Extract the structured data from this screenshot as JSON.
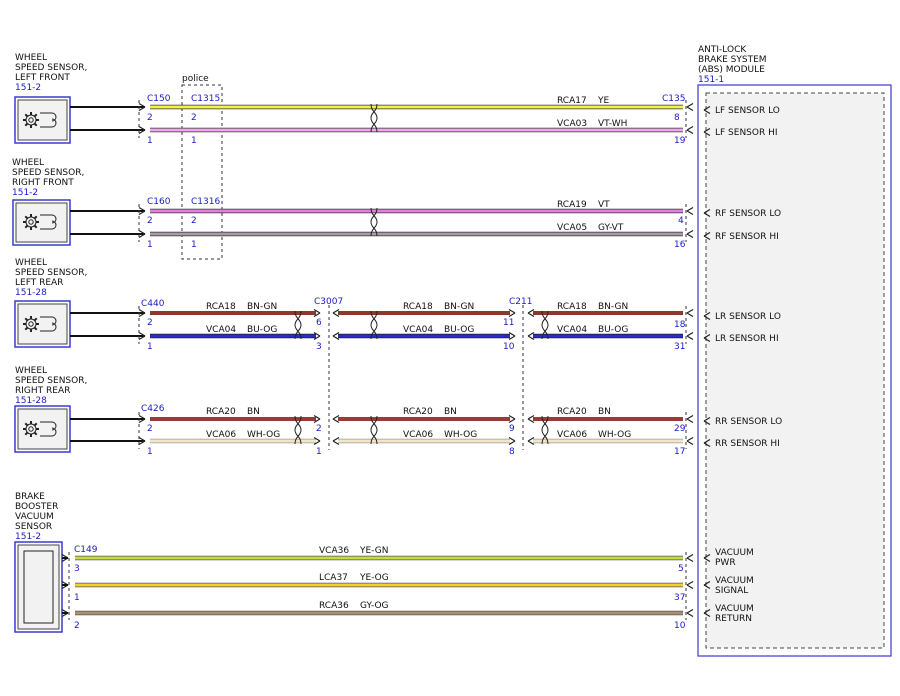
{
  "components": {
    "lf": {
      "name": [
        "WHEEL",
        "SPEED SENSOR,",
        "LEFT FRONT"
      ],
      "ref": "151-2"
    },
    "rf": {
      "name": [
        "WHEEL",
        "SPEED SENSOR,",
        "RIGHT FRONT"
      ],
      "ref": "151-2"
    },
    "lr": {
      "name": [
        "WHEEL",
        "SPEED SENSOR,",
        "LEFT REAR"
      ],
      "ref": "151-28"
    },
    "rr": {
      "name": [
        "WHEEL",
        "SPEED SENSOR,",
        "RIGHT REAR"
      ],
      "ref": "151-28"
    },
    "booster": {
      "name": [
        "BRAKE",
        "BOOSTER",
        "VACUUM",
        "SENSOR"
      ],
      "ref": "151-2"
    },
    "abs": {
      "name": [
        "ANTI-LOCK",
        "BRAKE SYSTEM",
        "(ABS) MODULE"
      ],
      "ref": "151-1"
    }
  },
  "police_label": "police",
  "connectors": {
    "c150": "C150",
    "c1315": "C1315",
    "c135": "C135",
    "c160": "C160",
    "c1316": "C1316",
    "c440": "C440",
    "c3007": "C3007",
    "c211": "C211",
    "c426": "C426",
    "c149": "C149"
  },
  "pins": {
    "lf_hi_s": "2",
    "lf_lo_s": "1",
    "lf_hi_p": "2",
    "lf_lo_p": "1",
    "lf_hi_m": "8",
    "lf_lo_m": "19",
    "rf_hi_s": "2",
    "rf_lo_s": "1",
    "rf_hi_p": "2",
    "rf_lo_p": "1",
    "rf_hi_m": "4",
    "rf_lo_m": "16",
    "lr_a_s": "2",
    "lr_b_s": "1",
    "lr_a_c3007": "6",
    "lr_b_c3007": "3",
    "lr_a_c211": "11",
    "lr_b_c211": "10",
    "lr_a_m": "18",
    "lr_b_m": "31",
    "rr_a_s": "2",
    "rr_b_s": "1",
    "rr_a_c3007": "2",
    "rr_b_c3007": "1",
    "rr_a_c211": "9",
    "rr_b_c211": "8",
    "rr_a_m": "29",
    "rr_b_m": "17",
    "vac_pwr_s": "3",
    "vac_sig_s": "1",
    "vac_ret_s": "2",
    "vac_pwr_m": "5",
    "vac_sig_m": "37",
    "vac_ret_m": "10"
  },
  "circuits": {
    "lf_lo": {
      "id": "RCA17",
      "color": "YE"
    },
    "lf_hi": {
      "id": "VCA03",
      "color": "VT-WH"
    },
    "rf_lo": {
      "id": "RCA19",
      "color": "VT"
    },
    "rf_hi": {
      "id": "VCA05",
      "color": "GY-VT"
    },
    "lr_lo": {
      "id": "RCA18",
      "color": "BN-GN"
    },
    "lr_hi": {
      "id": "VCA04",
      "color": "BU-OG"
    },
    "rr_lo": {
      "id": "RCA20",
      "color": "BN"
    },
    "rr_hi": {
      "id": "VCA06",
      "color": "WH-OG"
    },
    "vac_pwr": {
      "id": "VCA36",
      "color": "YE-GN"
    },
    "vac_sig": {
      "id": "LCA37",
      "color": "YE-OG"
    },
    "vac_ret": {
      "id": "RCA36",
      "color": "GY-OG"
    }
  },
  "module_pins": {
    "lf_lo": "LF SENSOR LO",
    "lf_hi": "LF SENSOR HI",
    "rf_lo": "RF SENSOR LO",
    "rf_hi": "RF SENSOR HI",
    "lr_lo": "LR SENSOR LO",
    "lr_hi": "LR SENSOR HI",
    "rr_lo": "RR SENSOR LO",
    "rr_hi": "RR SENSOR HI",
    "vac_pwr": [
      "VACUUM",
      "PWR"
    ],
    "vac_sig": [
      "VACUUM",
      "SIGNAL"
    ],
    "vac_ret": [
      "VACUUM",
      "RETURN"
    ]
  },
  "wire_colors": {
    "yellow": "#f2f24a",
    "violet_white": "#f0a8ec",
    "violet": "#e57ee0",
    "gray_violet": "#a89aa8",
    "brown": "#8a3a2a",
    "blue": "#2a2ad0",
    "brown2": "#a03838",
    "white_orange": "#f3e6c6",
    "yellow_green": "#c6dc3c",
    "yellow_orange": "#f2d22a",
    "gray_orange": "#a89070"
  },
  "icons": [
    "sensor-gear-icon",
    "twisted-pair-icon",
    "arrow-left-icon"
  ]
}
